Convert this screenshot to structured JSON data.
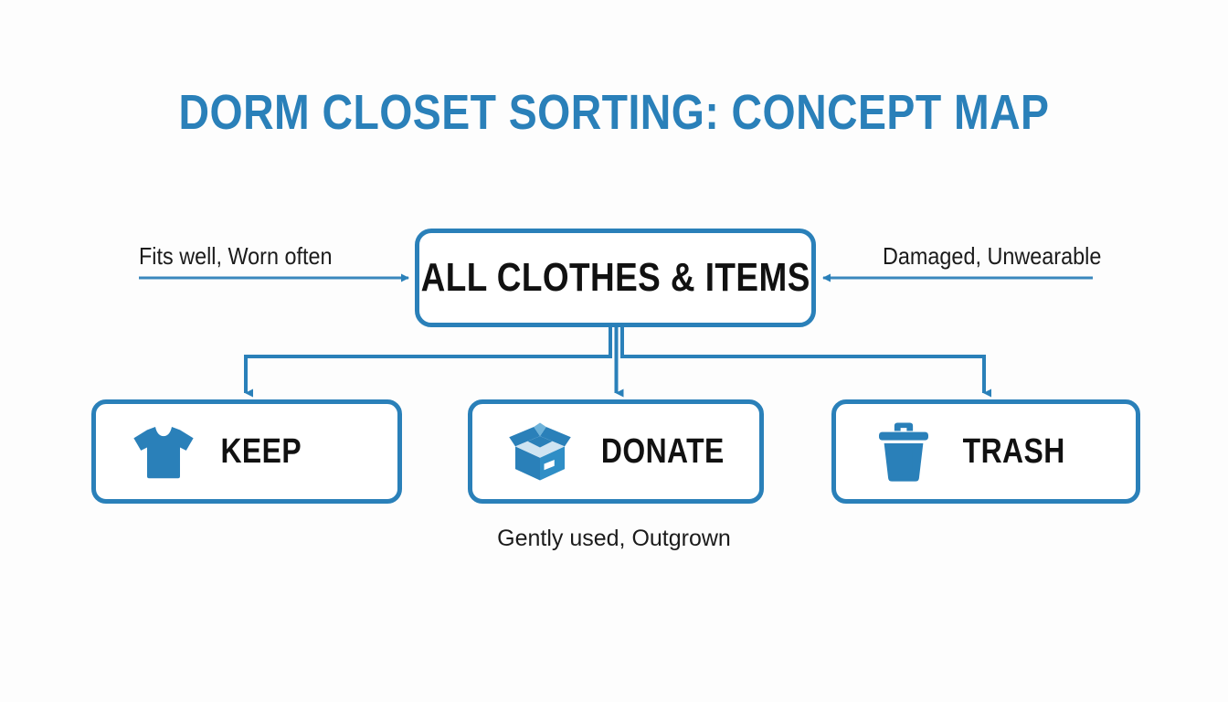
{
  "title": "DORM CLOSET SORTING: CONCEPT MAP",
  "colors": {
    "accent_blue": "#2a80b9",
    "text_dark": "#111111",
    "background": "#fdfdfd"
  },
  "root_node": {
    "label": "ALL CLOTHES & ITEMS"
  },
  "incoming_edges": [
    {
      "caption": "Fits well, Worn often",
      "direction": "right",
      "side": "left",
      "target": "ALL CLOTHES & ITEMS"
    },
    {
      "caption": "Damaged, Unwearable",
      "direction": "left",
      "side": "right",
      "target": "ALL CLOTHES & ITEMS"
    }
  ],
  "outcome_nodes": [
    {
      "label": "KEEP",
      "icon": "tshirt-icon"
    },
    {
      "label": "DONATE",
      "icon": "open-box-icon"
    },
    {
      "label": "TRASH",
      "icon": "trash-can-icon"
    }
  ],
  "captions": {
    "donate_note": "Gently used, Outgrown"
  }
}
